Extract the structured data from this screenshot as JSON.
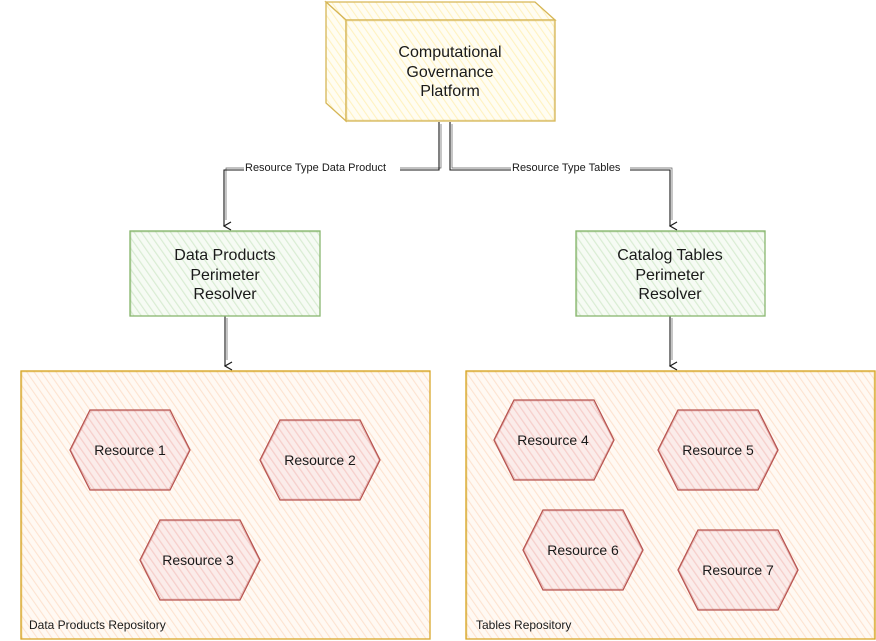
{
  "colors": {
    "platform_stroke": "#d6b656",
    "platform_fill": "#fff8dc",
    "resolver_stroke": "#82b366",
    "resolver_fill": "#d5e8d4",
    "repository_stroke": "#d79b00",
    "repository_fill": "#ffe6cc",
    "resource_stroke": "#b85450",
    "resource_fill": "#f8cecc",
    "edge_color": "#1a1a1a"
  },
  "platform": {
    "line1": "Computational",
    "line2": "Governance",
    "line3": "Platform"
  },
  "edges": {
    "left_label": "Resource Type Data Product",
    "right_label": "Resource Type Tables"
  },
  "resolvers": {
    "data_products": {
      "line1": "Data Products",
      "line2": "Perimeter",
      "line3": "Resolver"
    },
    "catalog_tables": {
      "line1": "Catalog Tables",
      "line2": "Perimeter",
      "line3": "Resolver"
    }
  },
  "repositories": {
    "data_products": {
      "label": "Data Products Repository",
      "resources": [
        "Resource 1",
        "Resource 2",
        "Resource 3"
      ]
    },
    "tables": {
      "label": "Tables Repository",
      "resources": [
        "Resource 4",
        "Resource 5",
        "Resource 6",
        "Resource 7"
      ]
    }
  }
}
